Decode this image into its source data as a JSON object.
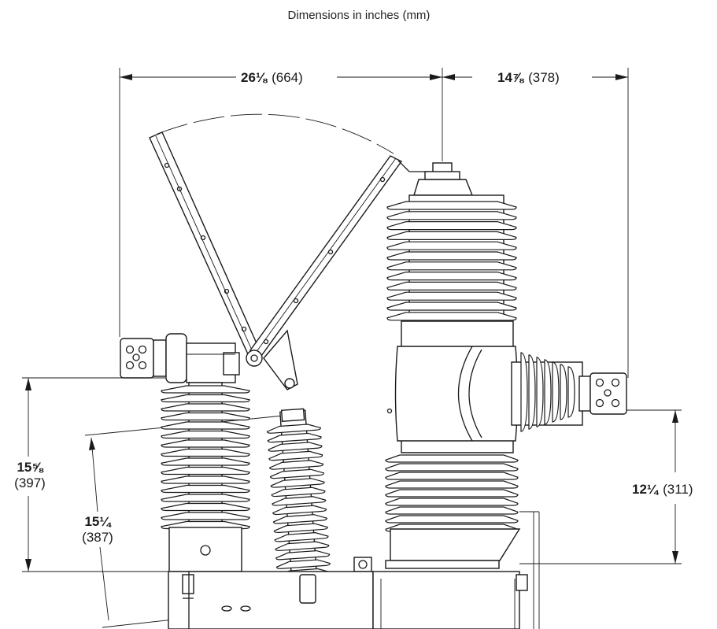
{
  "caption": "Dimensions in inches (mm)",
  "dimensions": {
    "overall_left_width": {
      "inch": "26⅛",
      "mm": "(664)"
    },
    "overall_right_width": {
      "inch": "14⅞",
      "mm": "(378)"
    },
    "left_terminal_height": {
      "inch": "15⅝",
      "mm": "(397)"
    },
    "arrester_length": {
      "inch": "15¼",
      "mm": "(387)"
    },
    "right_terminal_height": {
      "inch": "12¼",
      "mm": "(311)"
    }
  }
}
